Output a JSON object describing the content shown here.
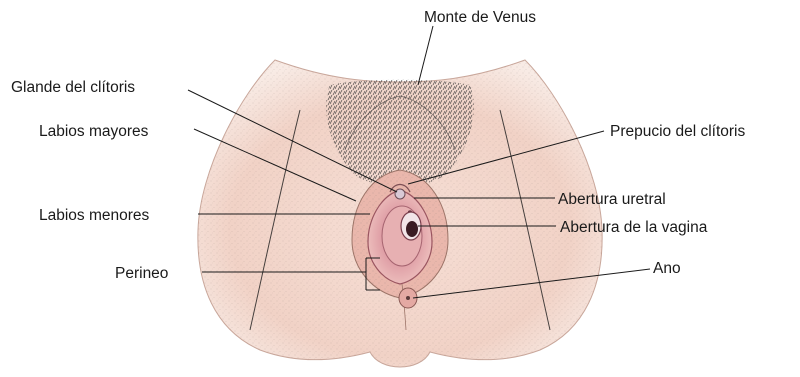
{
  "diagram": {
    "colors": {
      "skin": "#f3d6cc",
      "skin_shadow": "#e7b9ab",
      "inner_pink": "#e5a0a6",
      "inner_deep": "#c97a86",
      "hair": "#3a3a3a",
      "line": "#1a1a1a"
    },
    "labels": {
      "mons": "Monte de Venus",
      "clitoris_glans": "Glande del clítoris",
      "labia_majora": "Labios mayores",
      "labia_minora": "Labios menores",
      "perineum": "Perineo",
      "clitoral_hood": "Prepucio del clítoris",
      "urethral_opening": "Abertura uretral",
      "vaginal_opening": "Abertura de la vagina",
      "anus": "Ano"
    }
  }
}
